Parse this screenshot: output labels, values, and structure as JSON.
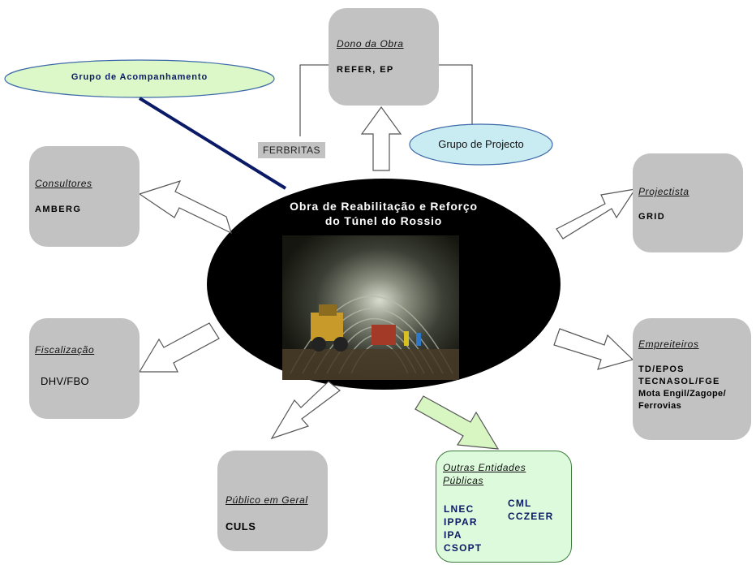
{
  "center": {
    "title_line1": "Obra de Reabilitação e Reforço",
    "title_line2": "do Túnel do Rossio"
  },
  "grupo_acompanhamento": {
    "label": "Grupo de Acompanhamento"
  },
  "grupo_projecto": {
    "label": "Grupo de Projecto"
  },
  "ferbritas": {
    "label": "FERBRITAS"
  },
  "dono_da_obra": {
    "role": "Dono da Obra",
    "entity": "REFER, EP"
  },
  "consultores": {
    "role": "Consultores",
    "entity": "AMBERG"
  },
  "projectista": {
    "role": "Projectista",
    "entity": "GRID"
  },
  "fiscalizacao": {
    "role": "Fiscalização",
    "entity": "DHV/FBO"
  },
  "empreiteiros": {
    "role": "Empreiteiros",
    "entities": [
      "TD/EPOS",
      "TECNASOL/FGE",
      "Mota Engil/Zagope/",
      "Ferrovias"
    ]
  },
  "publico": {
    "role": "Público em Geral",
    "entity": "CULS"
  },
  "outras": {
    "role_line1": "Outras Entidades",
    "role_line2": "Públicas",
    "col1": [
      "LNEC",
      "IPPAR",
      "IPA",
      "CSOPT"
    ],
    "col2": [
      "CML",
      "CCZEER"
    ]
  },
  "colors": {
    "box_gray": "#c2c2c2",
    "green_fill": "#ddfbdc",
    "light_green_ellipse": "#dcf7c8",
    "light_blue_ellipse": "#c9ecf2",
    "navy": "#0b1a66",
    "ellipse_black": "#000000"
  },
  "icons": [
    "arrow-icon",
    "connector-line",
    "tunnel-photo"
  ]
}
